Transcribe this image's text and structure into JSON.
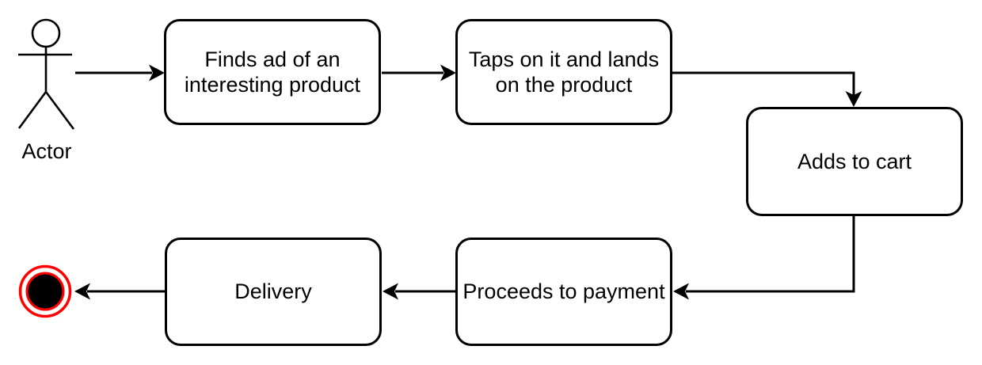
{
  "diagram": {
    "actor": {
      "label": "Actor"
    },
    "nodes": [
      {
        "id": "find-ad",
        "label": "Finds ad of an\ninteresting product"
      },
      {
        "id": "taps-product",
        "label": "Taps on it and lands\non the product"
      },
      {
        "id": "adds-to-cart",
        "label": "Adds to cart"
      },
      {
        "id": "proceeds-to-payment",
        "label": "Proceeds to payment"
      },
      {
        "id": "delivery",
        "label": "Delivery"
      }
    ],
    "edges": [
      {
        "from": "actor",
        "to": "find-ad"
      },
      {
        "from": "find-ad",
        "to": "taps-product"
      },
      {
        "from": "taps-product",
        "to": "adds-to-cart"
      },
      {
        "from": "adds-to-cart",
        "to": "proceeds-to-payment"
      },
      {
        "from": "proceeds-to-payment",
        "to": "delivery"
      },
      {
        "from": "delivery",
        "to": "final-state"
      }
    ],
    "end_node": {
      "type": "final-state"
    },
    "colors": {
      "background": "#ffffff",
      "node_fill": "#ffffff",
      "stroke": "#000000",
      "end_accent": "#ff0000",
      "end_core": "#000000"
    }
  }
}
